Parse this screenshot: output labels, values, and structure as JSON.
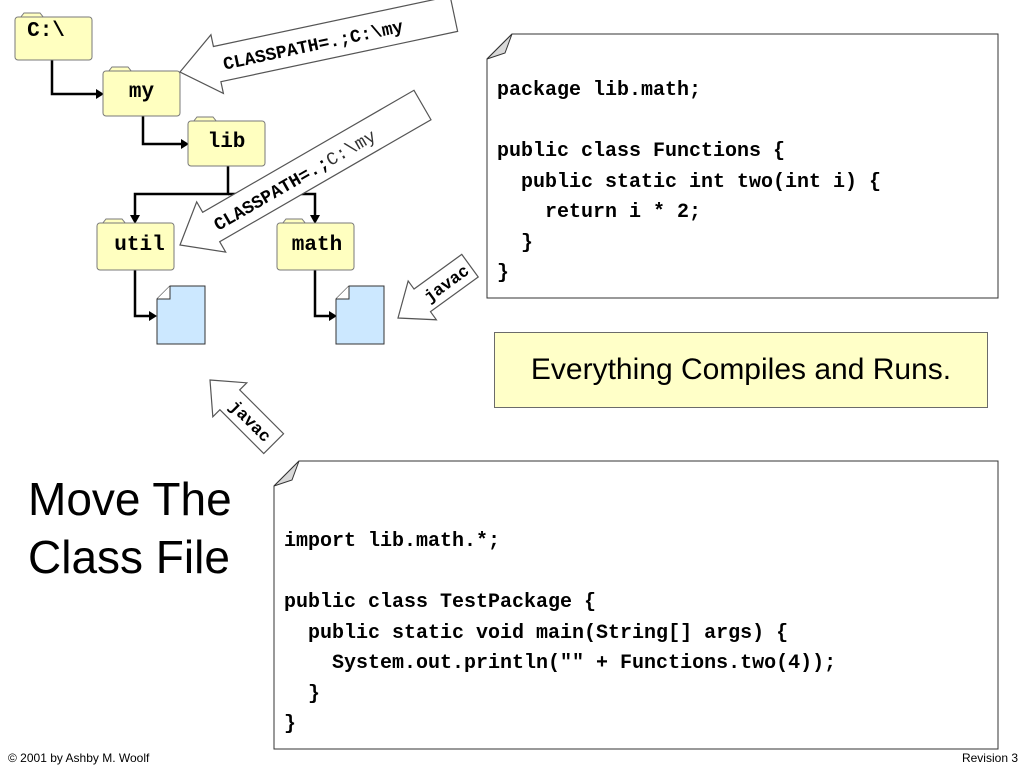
{
  "slide": {
    "title_line1": "Move The",
    "title_line2": "Class File",
    "callout": "Everything Compiles and Runs.",
    "footer_left": "© 2001 by Ashby M. Woolf",
    "footer_right": "Revision 3"
  },
  "tree": {
    "root": "C:\\",
    "my": "my",
    "lib": "lib",
    "util": "util",
    "math": "math"
  },
  "arrows": {
    "classpath_top": "CLASSPATH=.;C:\\my",
    "classpath_mid_prefix": "CLASSPATH=.;",
    "classpath_mid_suffix": "C:\\my",
    "javac_right": "javac",
    "javac_bottom": "javac"
  },
  "code_functions": {
    "line1": "package lib.math;",
    "line2": "",
    "line3": "public class Functions {",
    "line4": "  public static int two(int i) {",
    "line5": "    return i * 2;",
    "line6": "  }",
    "line7": "}"
  },
  "code_test": {
    "line1": "import lib.math.*;",
    "line2": "",
    "line3": "public class TestPackage {",
    "line4": "  public static void main(String[] args) {",
    "line5": "    System.out.println(\"\" + Functions.two(4));",
    "line6": "  }",
    "line7": "}"
  },
  "colors": {
    "folder_fill": "#ffffc0",
    "file_fill": "#cce8ff",
    "callout_fill": "#ffffc8"
  }
}
